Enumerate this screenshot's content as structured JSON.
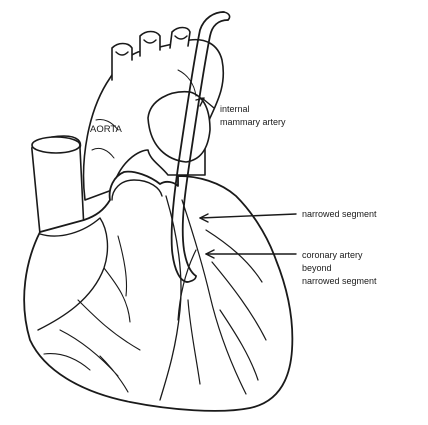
{
  "labels": {
    "aorta": "AORTA",
    "internal_mammary_artery": [
      "internal",
      "mammary artery"
    ],
    "narrowed_segment": "narrowed segment",
    "coronary_artery_beyond": [
      "coronary artery",
      "beyond",
      "narrowed segment"
    ]
  },
  "colors": {
    "ink": "#1a1a1a",
    "background": "#ffffff"
  }
}
